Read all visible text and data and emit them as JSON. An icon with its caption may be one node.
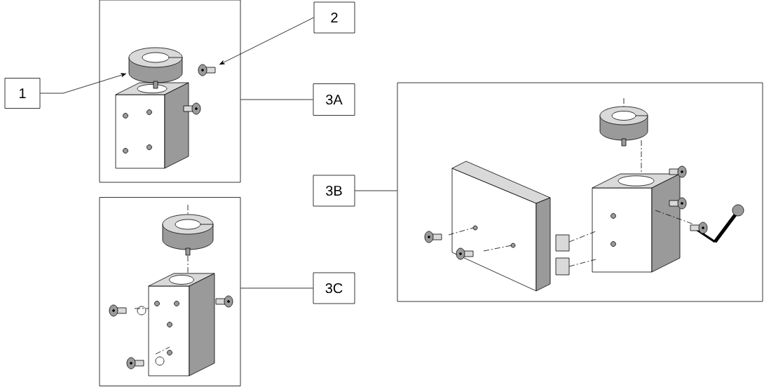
{
  "diagram": {
    "nodes": [
      {
        "text": [
          "1"
        ]
      },
      {
        "text": [
          "2"
        ]
      },
      {
        "text": [],
        "shape": "picture"
      },
      {
        "text": [
          "3A"
        ]
      },
      {
        "text": [],
        "shape": "picture"
      },
      {
        "text": [
          "3B"
        ]
      },
      {
        "text": [],
        "shape": "picture"
      },
      {
        "text": [
          "3C"
        ]
      },
      {
        "text": [],
        "shape": "picture",
        "in": 2
      },
      {
        "text": [],
        "shape": "picture",
        "in": 2
      }
    ],
    "edges": [
      {
        "from": 0,
        "to": 8,
        "arrow": "to"
      },
      {
        "from": 1,
        "to": 9,
        "arrow": "to"
      },
      {
        "from": 3,
        "to": 2,
        "arrow": "none"
      },
      {
        "from": 5,
        "to": 4,
        "arrow": "none"
      },
      {
        "from": 7,
        "to": 6,
        "arrow": "none"
      }
    ]
  }
}
